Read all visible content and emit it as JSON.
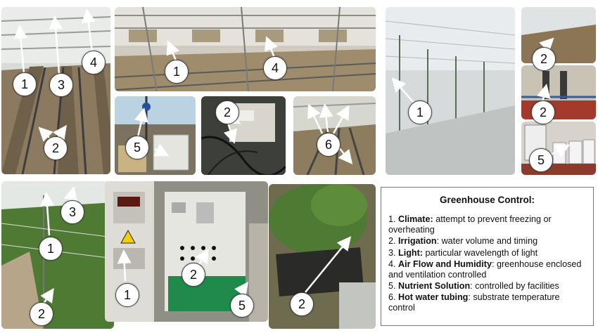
{
  "legend": {
    "title": "Greenhouse Control:",
    "items": [
      {
        "num": "1.",
        "term": "Climate:",
        "desc": " attempt to prevent freezing or overheating"
      },
      {
        "num": "2.",
        "term": "Irrigation",
        "desc": ": water volume and timing"
      },
      {
        "num": "3.",
        "term": "Light:",
        "desc": " particular wavelength of light"
      },
      {
        "num": "4.",
        "term": "Air Flow and Humidity",
        "desc": ": greenhouse enclosed and ventilation controlled"
      },
      {
        "num": "5.",
        "term": "Nutrient Solution",
        "desc": ": controlled by facilities"
      },
      {
        "num": "6.",
        "term": "Hot water tubing",
        "desc": ": substrate temperature control"
      }
    ]
  },
  "badges": {
    "p1": [
      "1",
      "3",
      "4",
      "2"
    ],
    "p2": [
      "1",
      "4"
    ],
    "p3": [
      "5"
    ],
    "p4": [
      "2"
    ],
    "p5": [
      "6"
    ],
    "p6": [
      "1"
    ],
    "p7": [
      "2",
      "2",
      "5"
    ],
    "p8": [
      "3",
      "1",
      "2"
    ],
    "p9": [
      "1",
      "2",
      "5"
    ],
    "p10": [
      "2"
    ]
  },
  "colors": {
    "greenhouse_frame": "#b8b8b8",
    "soil": "#8a7a62",
    "foliage": "#3f6b2e",
    "cabinet": "#e8e8e4",
    "panel_green": "#1f8a4a"
  }
}
